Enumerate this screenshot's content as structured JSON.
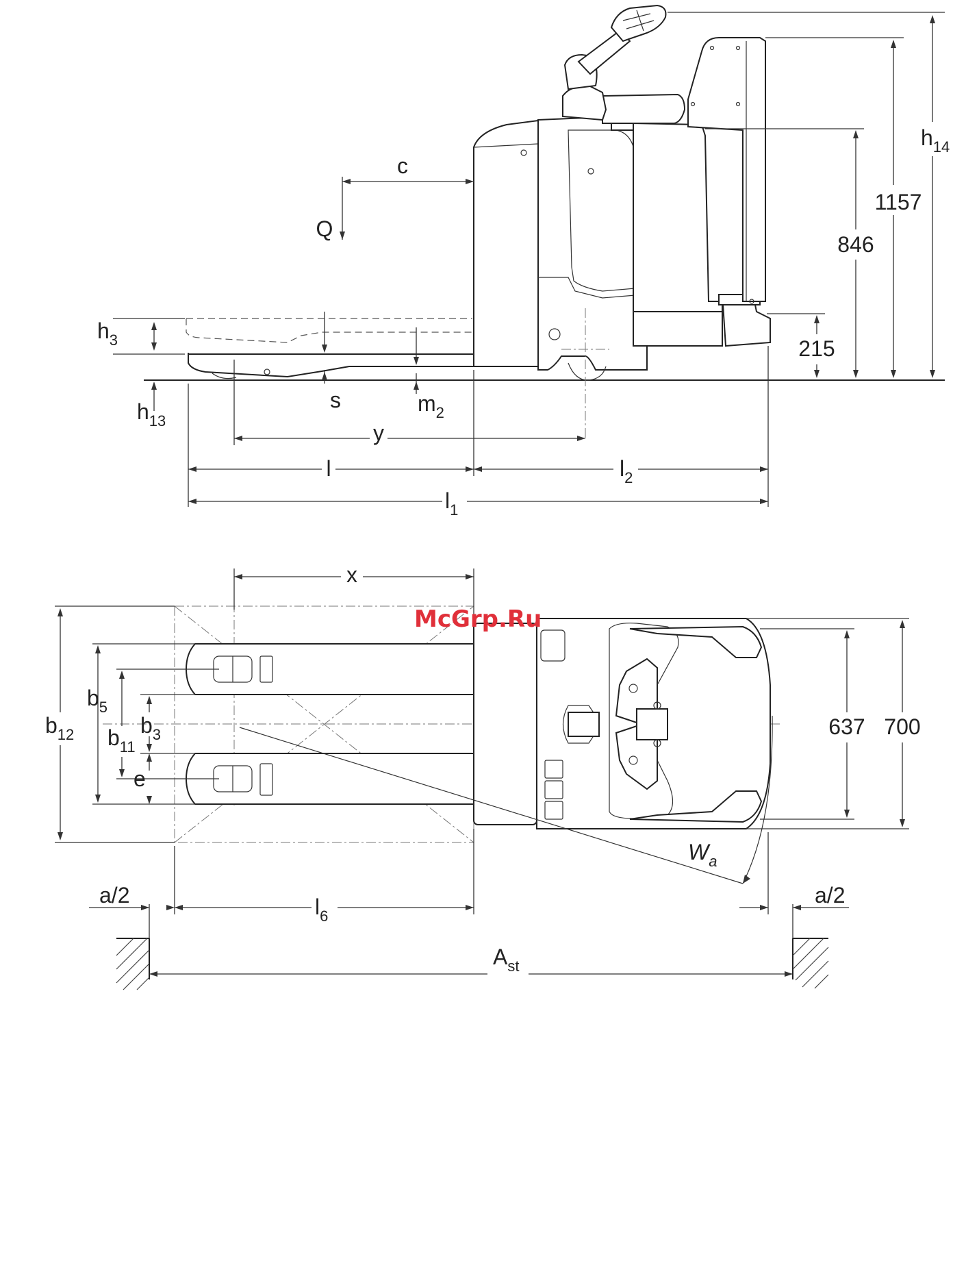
{
  "watermark": "McGrp.Ru",
  "side_view": {
    "labels": {
      "h3": {
        "main": "h",
        "sub": "3"
      },
      "h13": {
        "main": "h",
        "sub": "13"
      },
      "h14": {
        "main": "h",
        "sub": "14"
      },
      "c": "c",
      "Q": "Q",
      "s": "s",
      "m2": {
        "main": "m",
        "sub": "2"
      },
      "y": "y",
      "l": "l",
      "l1": {
        "main": "l",
        "sub": "1"
      },
      "l2": {
        "main": "l",
        "sub": "2"
      }
    },
    "dimensions": {
      "height_total": "1157",
      "height_platform": "846",
      "height_low": "215"
    }
  },
  "top_view": {
    "labels": {
      "x": "x",
      "b12": {
        "main": "b",
        "sub": "12"
      },
      "b5": {
        "main": "b",
        "sub": "5"
      },
      "b11": {
        "main": "b",
        "sub": "11"
      },
      "b3": {
        "main": "b",
        "sub": "3"
      },
      "e": "e",
      "Wa": {
        "main": "W",
        "sub": "a"
      },
      "a2_left": "a/2",
      "a2_right": "a/2",
      "l6": {
        "main": "l",
        "sub": "6"
      },
      "Ast": {
        "main": "A",
        "sub": "st"
      }
    },
    "dimensions": {
      "width_inner": "637",
      "width_outer": "700"
    }
  }
}
